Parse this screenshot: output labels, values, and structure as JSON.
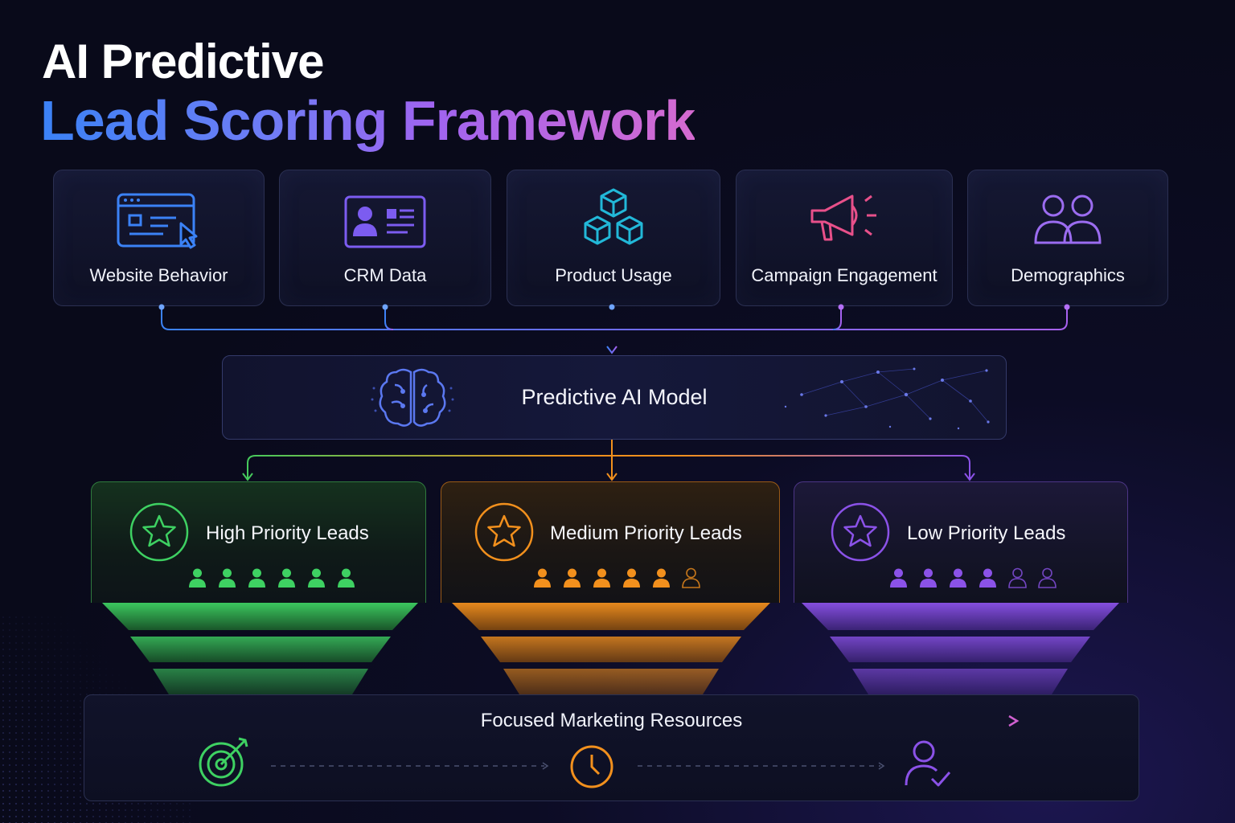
{
  "title": {
    "line1": "AI Predictive",
    "line2": "Lead Scoring Framework"
  },
  "sources": [
    {
      "label": "Website Behavior",
      "icon": "browser-cursor-icon",
      "color": "#3b82f6"
    },
    {
      "label": "CRM Data",
      "icon": "contact-card-icon",
      "color": "#7c5cf0"
    },
    {
      "label": "Product Usage",
      "icon": "cubes-icon",
      "color": "#22b8d8"
    },
    {
      "label": "Campaign Engagement",
      "icon": "megaphone-icon",
      "color": "#e8508a"
    },
    {
      "label": "Demographics",
      "icon": "users-icon",
      "color": "#9b6cf0"
    }
  ],
  "model": {
    "label": "Predictive AI Model",
    "icon": "brain-icon"
  },
  "tiers": [
    {
      "label": "High Priority Leads",
      "color": "#3ed162",
      "filled": 6,
      "total": 6
    },
    {
      "label": "Medium Priority Leads",
      "color": "#f2901d",
      "filled": 5,
      "total": 6
    },
    {
      "label": "Low Priority Leads",
      "color": "#8b52e8",
      "filled": 4,
      "total": 6
    }
  ],
  "bottom": {
    "label": "Focused Marketing Resources",
    "icons": [
      "target-icon",
      "clock-icon",
      "user-check-icon"
    ]
  }
}
